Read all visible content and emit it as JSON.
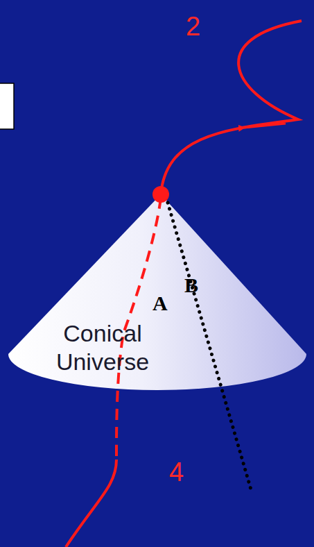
{
  "diagram": {
    "nodes": [
      {
        "text": [
          "Conical Universe"
        ]
      }
    ],
    "labels": [
      "2",
      "A",
      "B",
      "4"
    ]
  }
}
